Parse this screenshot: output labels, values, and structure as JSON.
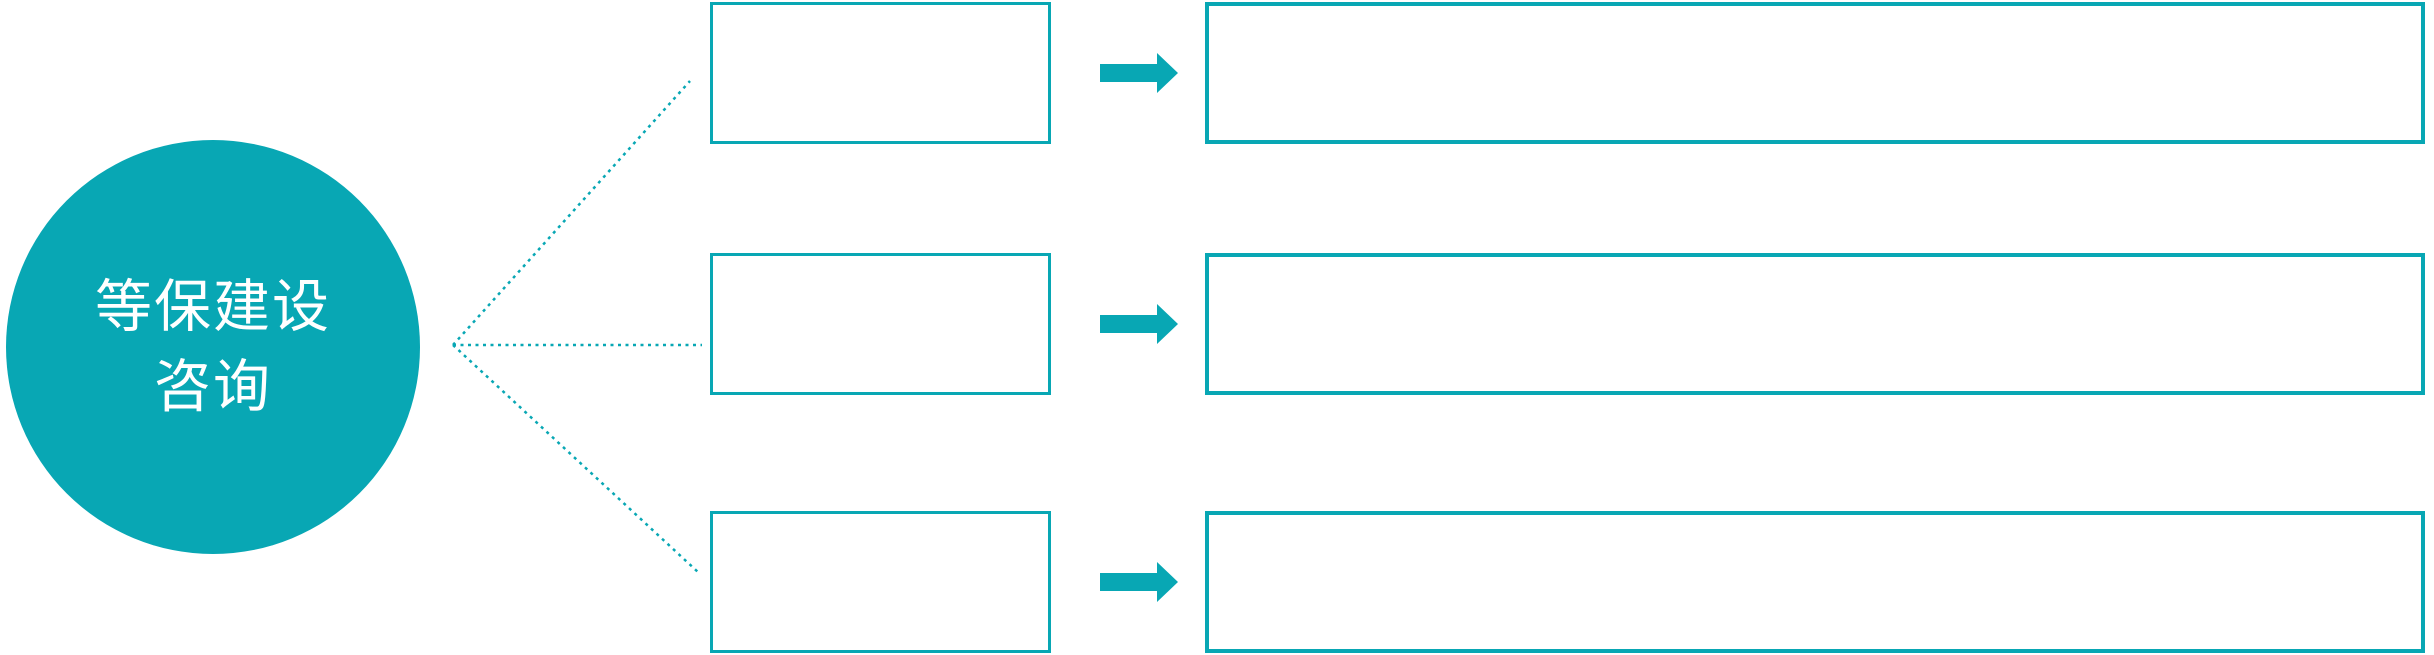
{
  "colors": {
    "accent": "#08a7b4",
    "text_on_accent": "#ffffff",
    "background": "#ffffff"
  },
  "hub": {
    "label": "等保建设咨询",
    "label_line1": "等保建设",
    "label_line2": "咨询"
  },
  "rows": [
    {
      "step_text": "",
      "detail_text": ""
    },
    {
      "step_text": "",
      "detail_text": ""
    },
    {
      "step_text": "",
      "detail_text": ""
    }
  ],
  "icons": {
    "arrow": "right-arrow-icon",
    "connector_style": "dashed-line"
  }
}
